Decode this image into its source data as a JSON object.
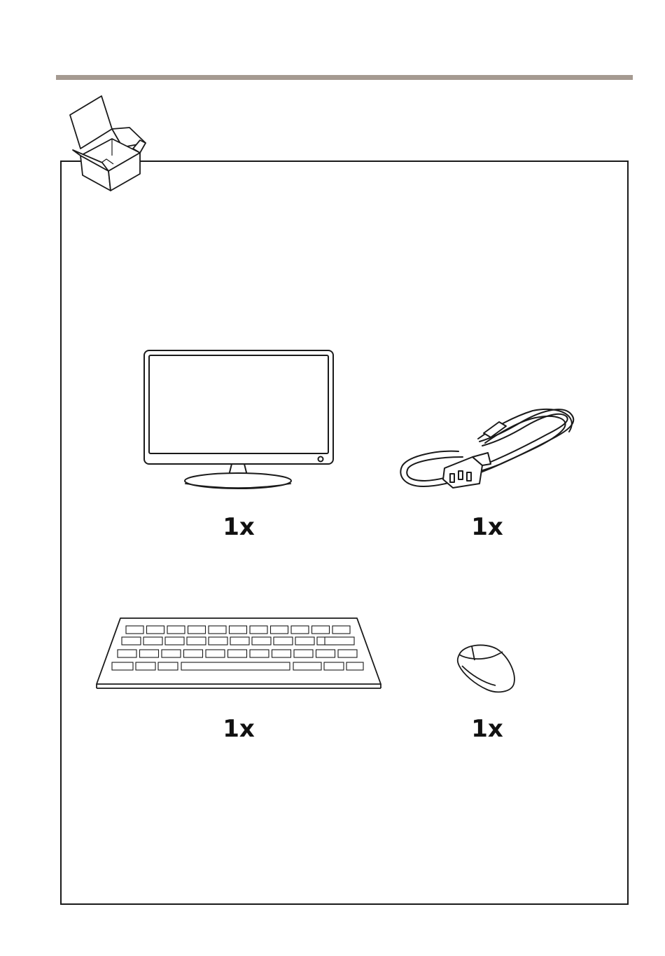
{
  "package_contents": {
    "items": [
      {
        "icon": "monitor-icon",
        "quantity": "1x"
      },
      {
        "icon": "power-cord-icon",
        "quantity": "1x"
      },
      {
        "icon": "keyboard-icon",
        "quantity": "1x"
      },
      {
        "icon": "mouse-icon",
        "quantity": "1x"
      }
    ]
  },
  "colors": {
    "header_rule": "#a59a91",
    "line_art": "#1a1a1a"
  }
}
